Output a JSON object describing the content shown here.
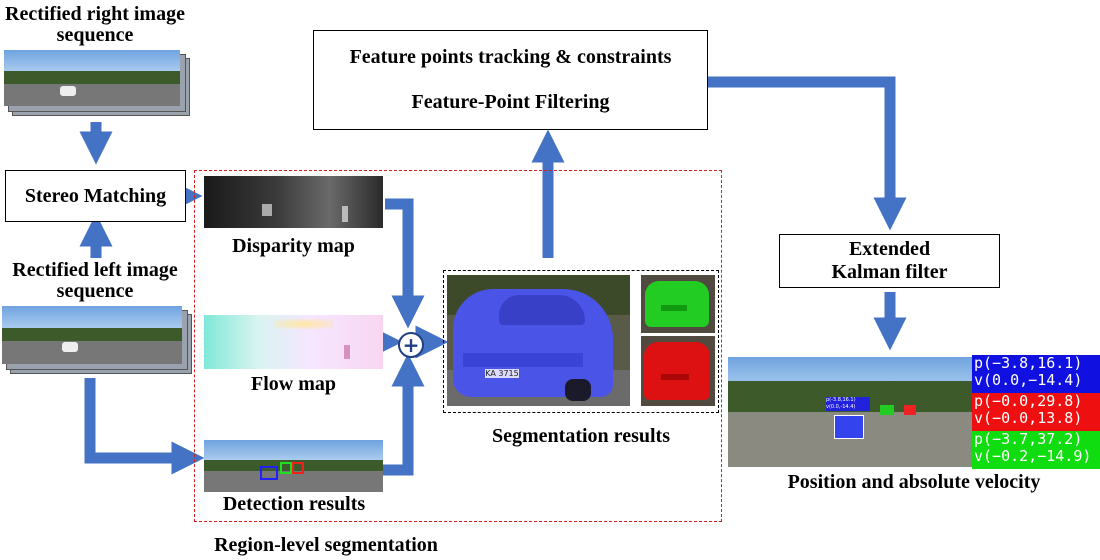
{
  "inputs": {
    "right_title": "Rectified right image sequence",
    "left_title": "Rectified left image sequence"
  },
  "blocks": {
    "stereo": "Stereo Matching",
    "feature_line1": "Feature points tracking & constraints",
    "feature_line2": "Feature-Point  Filtering",
    "ekf": "Extended Kalman filter"
  },
  "region": {
    "disparity": "Disparity map",
    "flow": "Flow map",
    "detection": "Detection results",
    "label": "Region-level segmentation",
    "fusion_symbol": "+"
  },
  "segmentation": {
    "label": "Segmentation results",
    "plate": "KA 3715"
  },
  "output": {
    "label": "Position and absolute velocity",
    "objects": [
      {
        "p": "p(−3.8,16.1)",
        "v": "v(0.0,−14.4)",
        "color": "#1010e0"
      },
      {
        "p": "p(−0.0,29.8)",
        "v": "v(−0.0,13.8)",
        "color": "#ee1010"
      },
      {
        "p": "p(−3.7,37.2)",
        "v": "v(−0.2,−14.9)",
        "color": "#10dd10"
      }
    ],
    "mini_tags": [
      "p(-3.8,16.1)",
      "v(0.0,-14.4)"
    ]
  },
  "colors": {
    "arrow": "#4472c4",
    "dashed_border": "#d02020"
  }
}
